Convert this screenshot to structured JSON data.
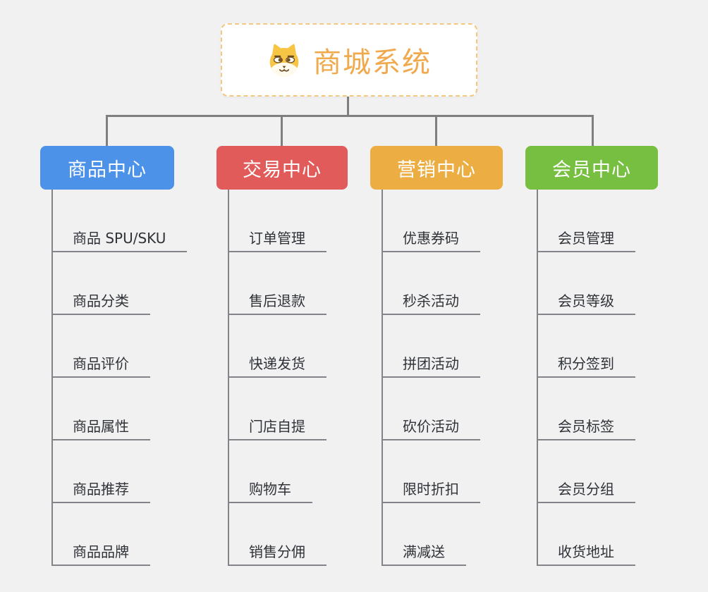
{
  "root": {
    "title": "商城系统",
    "icon": "dog-face-icon"
  },
  "colors": {
    "background": "#F1F1F2",
    "root_border": "#F5C87F",
    "root_title": "#F0A94C",
    "connector": "#7F7F7F",
    "child_line": "#83848A",
    "child_text": "#2F3237",
    "branch_text": "#FFFFFF"
  },
  "branches": [
    {
      "label": "商品中心",
      "color": "#4B92E8",
      "children": [
        "商品 SPU/SKU",
        "商品分类",
        "商品评价",
        "商品属性",
        "商品推荐",
        "商品品牌"
      ]
    },
    {
      "label": "交易中心",
      "color": "#E25B5B",
      "children": [
        "订单管理",
        "售后退款",
        "快递发货",
        "门店自提",
        "购物车",
        "销售分佣"
      ]
    },
    {
      "label": "营销中心",
      "color": "#ECAE43",
      "children": [
        "优惠券码",
        "秒杀活动",
        "拼团活动",
        "砍价活动",
        "限时折扣",
        "满减送"
      ]
    },
    {
      "label": "会员中心",
      "color": "#76BF40",
      "children": [
        "会员管理",
        "会员等级",
        "积分签到",
        "会员标签",
        "会员分组",
        "收货地址"
      ]
    }
  ]
}
